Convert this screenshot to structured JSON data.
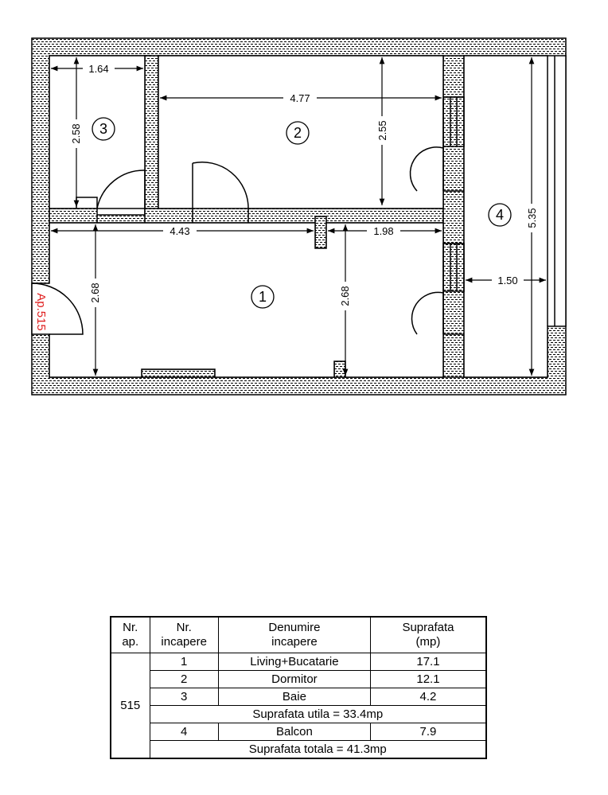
{
  "apartment_label": "Ap.515",
  "rooms": [
    {
      "number": "1"
    },
    {
      "number": "2"
    },
    {
      "number": "3"
    },
    {
      "number": "4"
    }
  ],
  "dimensions": {
    "d_1_64": "1.64",
    "d_4_77": "4.77",
    "d_2_58": "2.58",
    "d_2_55": "2.55",
    "d_4_43": "4.43",
    "d_1_98": "1.98",
    "d_2_68_left": "2.68",
    "d_2_68_right": "2.68",
    "d_5_35": "5.35",
    "d_1_50": "1.50"
  },
  "table": {
    "headers": {
      "ap": "Nr.\nap.",
      "room_no": "Nr.\nincapere",
      "name": "Denumire\nincapere",
      "area": "Suprafata\n(mp)"
    },
    "apartment": "515",
    "rows": [
      {
        "nr": "1",
        "name": "Living+Bucatarie",
        "area": "17.1"
      },
      {
        "nr": "2",
        "name": "Dormitor",
        "area": "12.1"
      },
      {
        "nr": "3",
        "name": "Baie",
        "area": "4.2"
      }
    ],
    "useful_total": "Suprafata utila = 33.4mp",
    "balcony_row": {
      "nr": "4",
      "name": "Balcon",
      "area": "7.9"
    },
    "grand_total": "Suprafata totala = 41.3mp"
  }
}
